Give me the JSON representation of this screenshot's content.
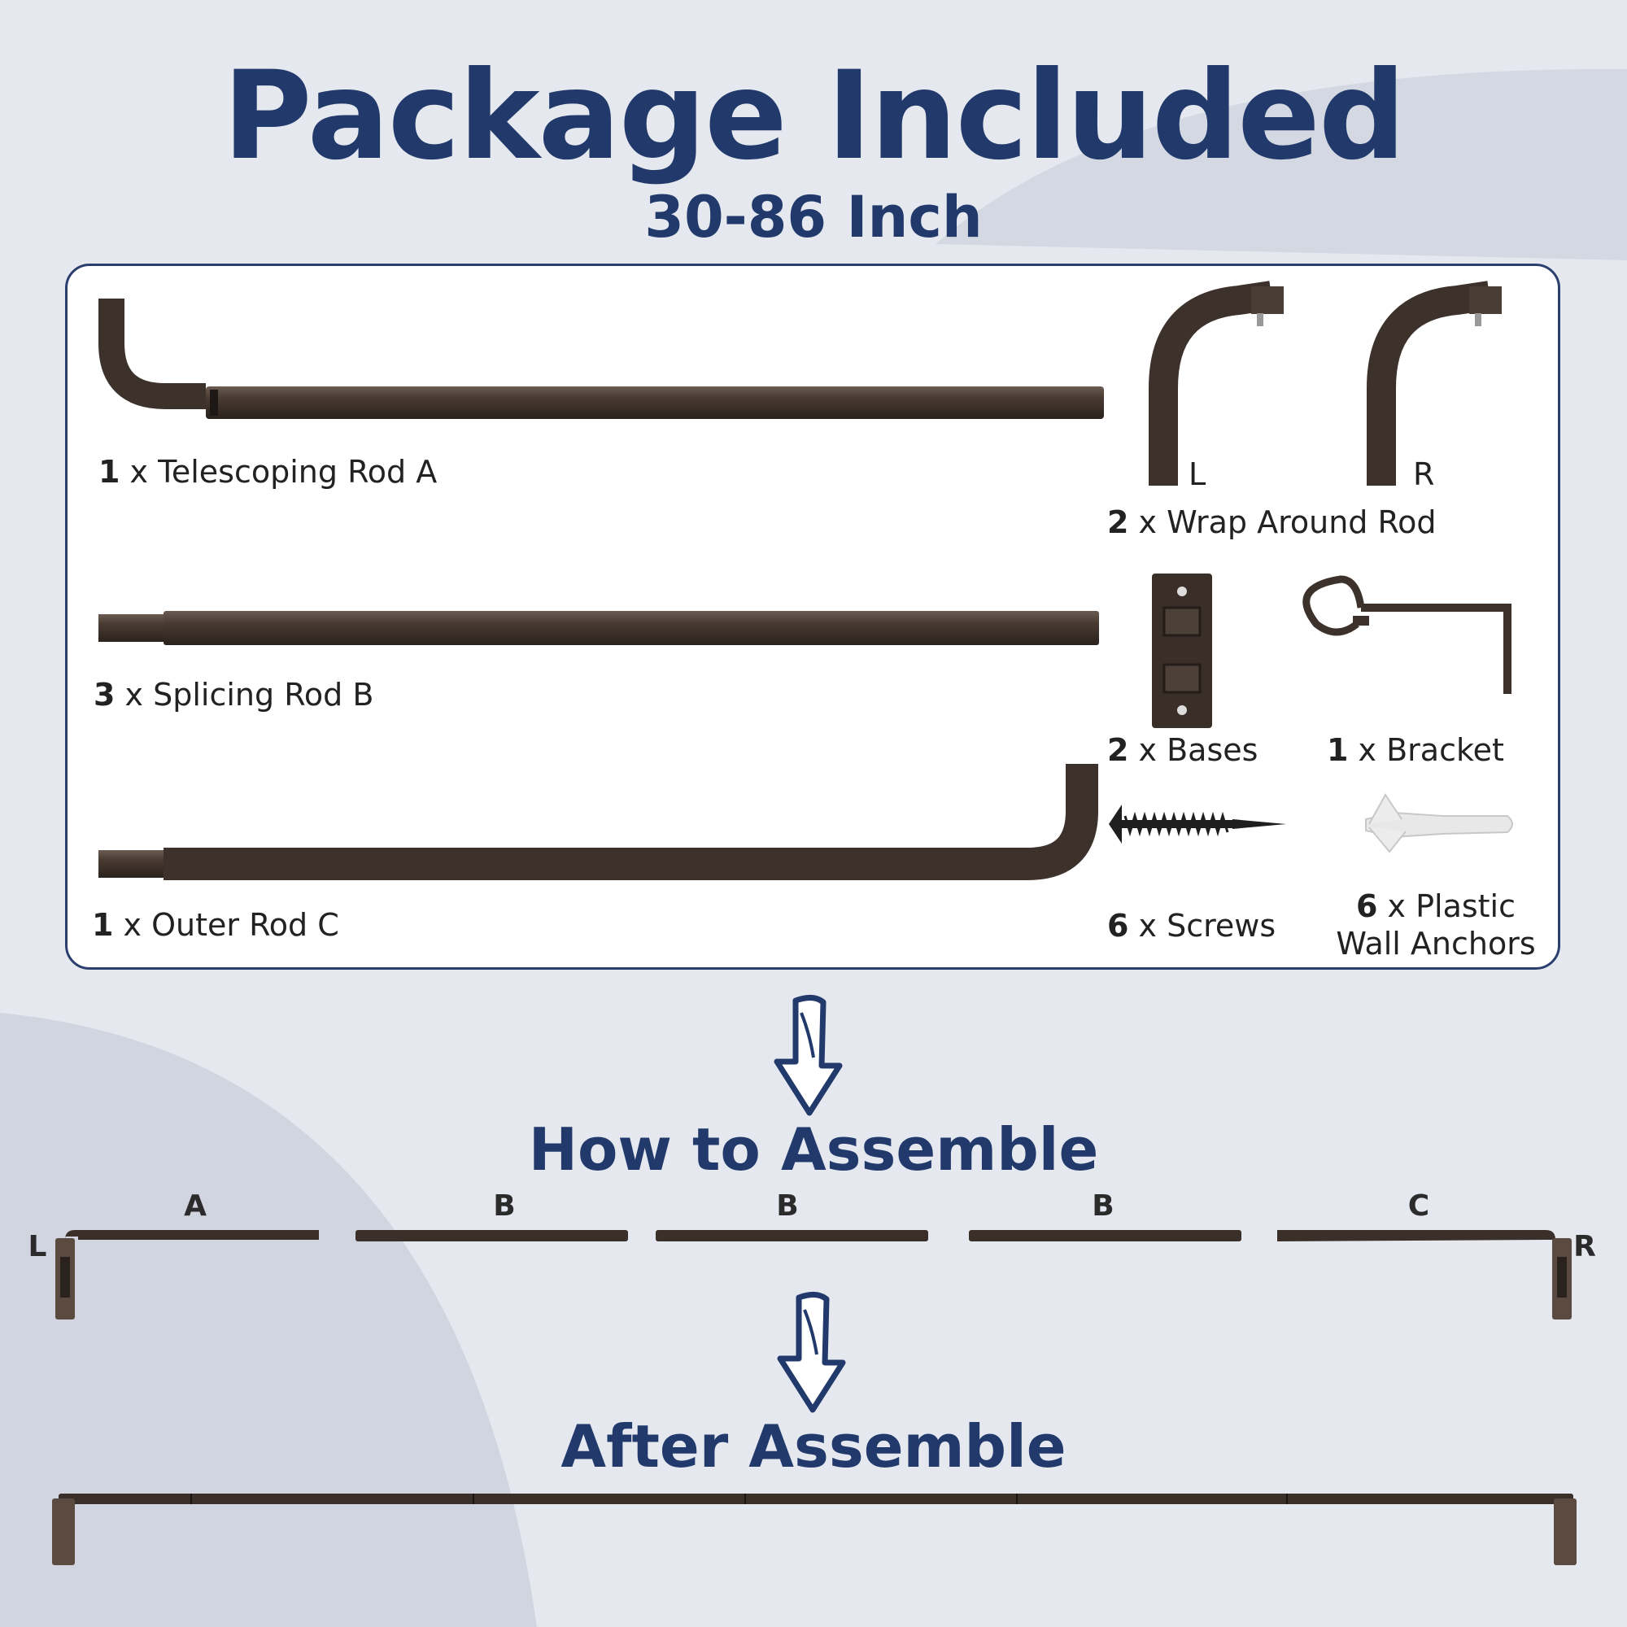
{
  "title": "Package Included",
  "subtitle": "30-86 Inch",
  "items": [
    {
      "count": "1",
      "label": "x Telescoping Rod A"
    },
    {
      "count": "3",
      "label": "x Splicing Rod B"
    },
    {
      "count": "1",
      "label": "x Outer Rod C"
    },
    {
      "count": "2",
      "label": "x Wrap Around Rod"
    },
    {
      "count": "2",
      "label": "x Bases"
    },
    {
      "count": "1",
      "label": "x Bracket"
    },
    {
      "count": "6",
      "label": "x Screws"
    },
    {
      "count": "6",
      "label": "x Plastic",
      "label_line2": "Wall Anchors"
    }
  ],
  "wrap_rod_marks": [
    "L",
    "R"
  ],
  "assemble_title": "How to Assemble",
  "after_title": "After Assemble",
  "part_letters": [
    "A",
    "B",
    "B",
    "B",
    "C"
  ],
  "side_letters": [
    "L",
    "R"
  ],
  "colors": {
    "title": "#213a6b",
    "rod": "#3b3029",
    "background": "#e6e8ef",
    "box_border": "#2a3f6e"
  }
}
